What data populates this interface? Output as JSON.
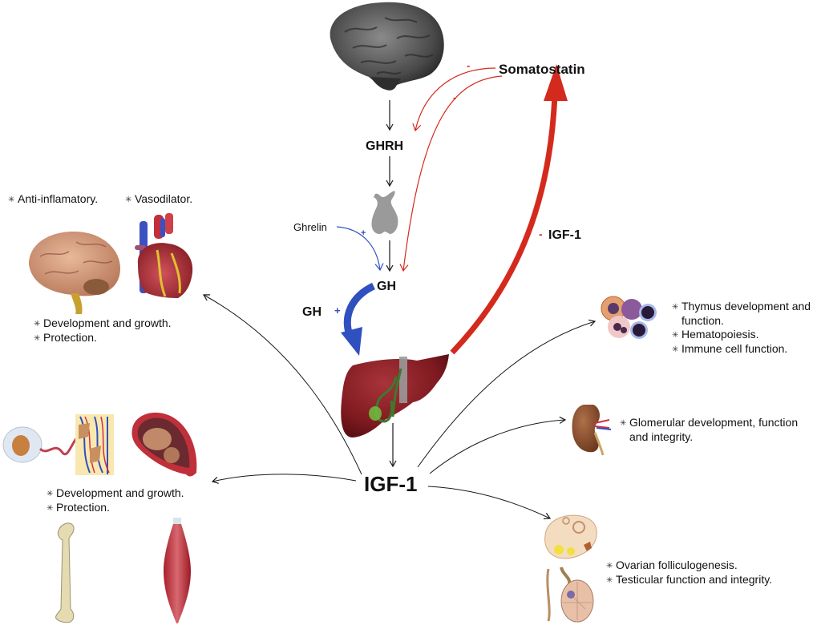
{
  "colors": {
    "inhibition": "#d42a1e",
    "stimulation": "#3050c0",
    "arrow": "#1a1a1a",
    "liver": "#8a1c22",
    "pituitary": "#9a9a9a",
    "brain_gray": "#5a5a5a"
  },
  "central": {
    "somatostatin": "Somatostatin",
    "ghrh": "GHRH",
    "ghrelin": "Ghrelin",
    "gh_pituitary": "GH",
    "gh_liver": "GH",
    "igf1_feedback": "IGF-1",
    "igf1_main": "IGF-1",
    "signs": {
      "somatostatin_to_ghrh": "-",
      "somatostatin_to_gh": "-",
      "ghrelin_to_gh": "+",
      "gh_to_liver": "+",
      "igf1_to_somatostatin": "-"
    }
  },
  "icons": {
    "hypothalamus": "brain-gray-icon",
    "pituitary": "pituitary-gland-icon",
    "liver": "liver-icon",
    "brain_color": "brain-color-icon",
    "heart": "heart-icon",
    "placenta": "placenta-icon",
    "fetus": "fetus-in-uterus-icon",
    "bone": "femur-bone-icon",
    "muscle": "muscle-icon",
    "blood_cells": "blood-cells-icon",
    "kidney": "kidney-icon",
    "ovary": "ovary-icon",
    "testis": "testis-icon"
  },
  "targets": {
    "cardio_neuro": {
      "top_left": "Anti-inflamatory.",
      "top_right": "Vasodilator.",
      "bullets": [
        "Development and growth.",
        "Protection."
      ]
    },
    "fetal_musculoskeletal": {
      "bullets": [
        "Development and growth.",
        "Protection."
      ]
    },
    "immune": {
      "bullets": [
        "Thymus development and",
        "function.",
        "Hematopoiesis.",
        "Immune cell function."
      ]
    },
    "renal": {
      "bullets": [
        "Glomerular development, function",
        "and integrity."
      ]
    },
    "reproductive": {
      "bullets": [
        "Ovarian folliculogenesis.",
        "Testicular function and integrity."
      ]
    }
  },
  "bullet_marker": "✳"
}
